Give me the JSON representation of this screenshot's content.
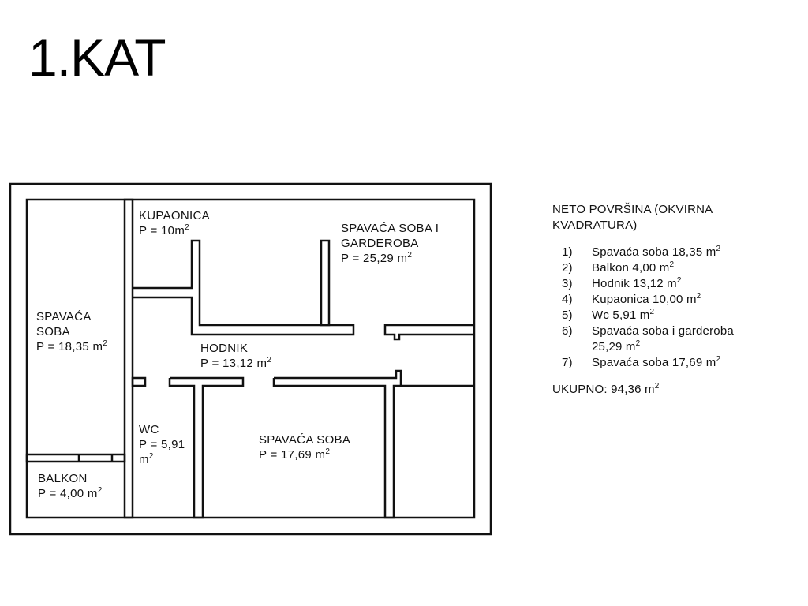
{
  "title": "1.KAT",
  "rooms": {
    "kupaonica": {
      "name": "KUPAONICA",
      "area": "P = 10m"
    },
    "spavaca_garderoba": {
      "name_line1": "SPAVAĆA SOBA I",
      "name_line2": "GARDEROBA",
      "area": "P = 25,29 m"
    },
    "spavaca_lijevo": {
      "name_line1": "SPAVAĆA",
      "name_line2": "SOBA",
      "area": "P = 18,35 m"
    },
    "hodnik": {
      "name": "HODNIK",
      "area": "P = 13,12 m"
    },
    "wc": {
      "name": "WC",
      "area_line1": "P = 5,91",
      "area_line2": "m"
    },
    "spavaca_dolje": {
      "name": "SPAVAĆA SOBA",
      "area": "P = 17,69 m"
    },
    "balkon": {
      "name": "BALKON",
      "area": "P = 4,00 m"
    }
  },
  "unit_superscript": "2",
  "legend": {
    "heading": "NETO POVRŠINA (OKVIRNA\nKVADRATURA)",
    "items": [
      {
        "num": "1)",
        "text": "Spavaća soba 18,35 m"
      },
      {
        "num": "2)",
        "text": "Balkon 4,00 m"
      },
      {
        "num": "3)",
        "text": "Hodnik 13,12 m"
      },
      {
        "num": "4)",
        "text": "Kupaonica 10,00 m"
      },
      {
        "num": "5)",
        "text": "Wc 5,91 m"
      },
      {
        "num": "6)",
        "text": "Spavaća soba i garderoba 25,29 m"
      },
      {
        "num": "7)",
        "text": "Spavaća soba 17,69 m"
      }
    ],
    "total": "UKUPNO: 94,36 m"
  }
}
